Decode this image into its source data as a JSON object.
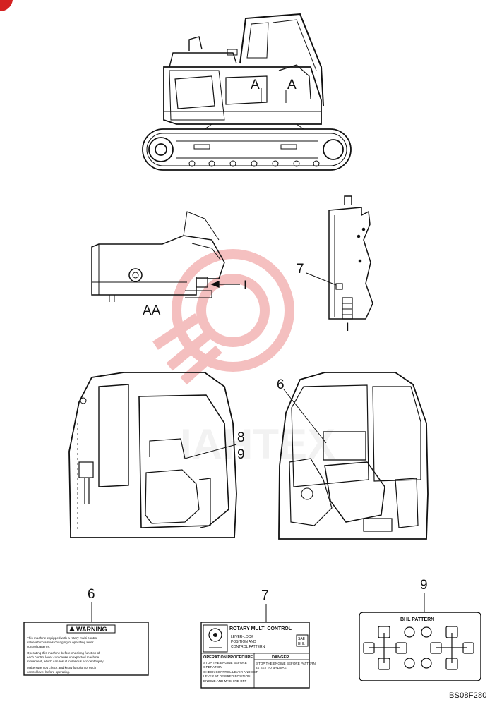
{
  "document": {
    "code": "BS08F280"
  },
  "callouts": {
    "section_a_left": "A",
    "section_a_right": "A",
    "view_aa": "AA",
    "view_i_arrow": "I",
    "view_i_bottom": "I",
    "item_7_on_machine": "7",
    "item_6_in_cab": "6",
    "item_8_in_cab": "8",
    "item_9_in_cab": "9",
    "decal_6": "6",
    "decal_7": "7",
    "decal_9": "9"
  },
  "decal_6": {
    "heading": "WARNING",
    "lines": [
      "This machine equipped with a rotary multi-control",
      "valve which allows changing of operating lever",
      "control patterns.",
      "Operating this machine before checking function of",
      "each control lever can cause unexpected machine",
      "movement, which can result in serious accident/injury.",
      "Make sure you check and know function of each",
      "control lever before operating."
    ]
  },
  "decal_7": {
    "title": "ROTARY MULTI CONTROL",
    "lever_lines": [
      "LEVER-LOCK",
      "POSITION AND",
      "CONTROL PATTERN"
    ],
    "modes": [
      "SAE",
      "BHL"
    ],
    "procedure_heading": "OPERATION PROCEDURE",
    "procedure_lines": [
      "STOP THE ENGINE BEFORE",
      "OPERATION",
      "CHECK CONTROL LEVER AND SET",
      "LEVER AT DESIRED POSITION",
      "ENGINE AND MACHINE OFF"
    ],
    "danger_heading": "DANGER",
    "danger_lines": [
      "STOP THE ENGINE BEFORE PATTERN",
      "IS SET TO BHL/SAE"
    ]
  },
  "decal_9": {
    "title": "BHL PATTERN"
  },
  "colors": {
    "line": "#111111",
    "watermark": "#f0a0a0"
  }
}
